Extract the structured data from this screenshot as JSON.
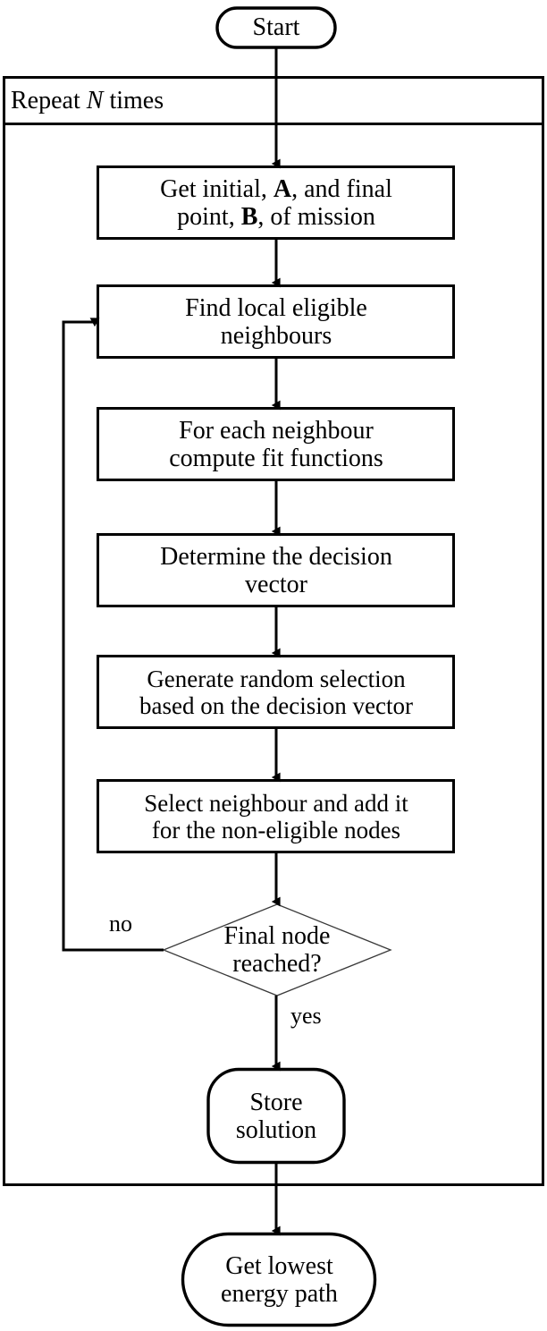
{
  "diagram": {
    "title": "Algorithm flowchart",
    "background": "#ffffff",
    "stroke": "#000000",
    "thin_stroke": "#555555"
  },
  "chart_data": {
    "type": "flowchart",
    "orientation": "top-to-bottom",
    "nodes": [
      {
        "id": "start",
        "shape": "stadium",
        "text": "Start"
      },
      {
        "id": "get_points",
        "shape": "rect",
        "text": "Get initial, A, and final\npoint, B, of mission"
      },
      {
        "id": "find_neighbours",
        "shape": "rect",
        "text": "Find local eligible\nneighbours"
      },
      {
        "id": "fit_functions",
        "shape": "rect",
        "text": "For each neighbour\ncompute fit functions"
      },
      {
        "id": "decision_vector",
        "shape": "rect",
        "text": "Determine the decision\nvector"
      },
      {
        "id": "random_selection",
        "shape": "rect",
        "text": "Generate random selection\nbased on the decision vector"
      },
      {
        "id": "select_neighbour",
        "shape": "rect",
        "text": "Select neighbour and add it\nfor the non-eligible nodes"
      },
      {
        "id": "final_node",
        "shape": "diamond",
        "text": "Final node\nreached?"
      },
      {
        "id": "store_solution",
        "shape": "rounded-rect",
        "text": "Store\nsolution"
      },
      {
        "id": "lowest_energy",
        "shape": "stadium",
        "text": "Get lowest\nenergy path"
      }
    ],
    "edges": [
      {
        "from": "start",
        "to": "get_points",
        "label": ""
      },
      {
        "from": "get_points",
        "to": "find_neighbours",
        "label": ""
      },
      {
        "from": "find_neighbours",
        "to": "fit_functions",
        "label": ""
      },
      {
        "from": "fit_functions",
        "to": "decision_vector",
        "label": ""
      },
      {
        "from": "decision_vector",
        "to": "random_selection",
        "label": ""
      },
      {
        "from": "random_selection",
        "to": "select_neighbour",
        "label": ""
      },
      {
        "from": "select_neighbour",
        "to": "final_node",
        "label": ""
      },
      {
        "from": "final_node",
        "to": "find_neighbours",
        "label": "no"
      },
      {
        "from": "final_node",
        "to": "store_solution",
        "label": "yes"
      },
      {
        "from": "store_solution",
        "to": "lowest_energy",
        "label": ""
      }
    ],
    "groups": [
      {
        "id": "repeat_loop",
        "title_prefix": "Repeat ",
        "title_variable": "N",
        "title_suffix": " times",
        "title_plain": "Repeat N times",
        "contains": [
          "get_points",
          "find_neighbours",
          "fit_functions",
          "decision_vector",
          "random_selection",
          "select_neighbour",
          "final_node",
          "store_solution"
        ]
      }
    ]
  },
  "nodes": {
    "start": {
      "label": "Start"
    },
    "get_points": {
      "line1_pre": "Get initial, ",
      "line1_sym": "A",
      "line1_post": ", and final",
      "line2_pre": "point, ",
      "line2_sym": "B",
      "line2_post": ", of mission"
    },
    "find_neighbours": {
      "label": "Find local eligible\nneighbours"
    },
    "fit_functions": {
      "label": "For each neighbour\ncompute fit functions"
    },
    "decision_vector": {
      "label": "Determine the decision\nvector"
    },
    "random_selection": {
      "label": "Generate random selection\nbased on the decision vector"
    },
    "select_neighbour": {
      "label": "Select neighbour and add it\nfor the non-eligible nodes"
    },
    "final_node": {
      "label": "Final node\nreached?"
    },
    "store_solution": {
      "label": "Store\nsolution"
    },
    "lowest_energy": {
      "label": "Get lowest\nenergy path"
    }
  },
  "group": {
    "title_prefix": "Repeat ",
    "title_variable": "N",
    "title_suffix": " times"
  },
  "edge_labels": {
    "no": "no",
    "yes": "yes"
  }
}
